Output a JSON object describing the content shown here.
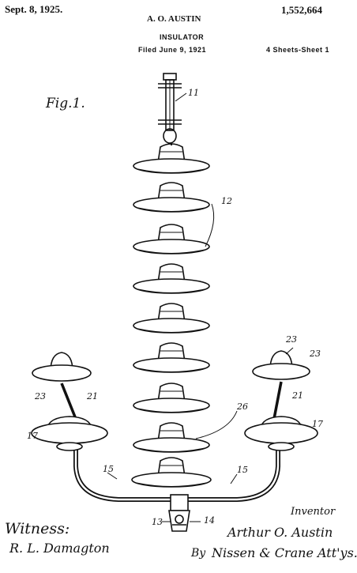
{
  "header": {
    "date": "Sept. 8, 1925.",
    "inventor": "A. O. AUSTIN",
    "patent_number": "1,552,664",
    "subject": "INSULATOR",
    "filed": "Filed June 9, 1921",
    "sheets": "4 Sheets-Sheet 1"
  },
  "figure": {
    "label": "Fig.1.",
    "refs": {
      "r11": "11",
      "r12": "12",
      "r13": "13",
      "r14": "14",
      "r15a": "15",
      "r15b": "15",
      "r17a": "17",
      "r17b": "17",
      "r21a": "21",
      "r21b": "21",
      "r23a": "23",
      "r23b": "23",
      "r23c": "23",
      "r26": "26"
    }
  },
  "footer": {
    "witness_label": "Witness:",
    "witness_sig": "R. L. Damagton",
    "inventor_label": "Inventor",
    "inventor_sig": "Arthur O. Austin",
    "by_label": "By",
    "attorney_sig": "Nissen & Crane Att'ys."
  }
}
